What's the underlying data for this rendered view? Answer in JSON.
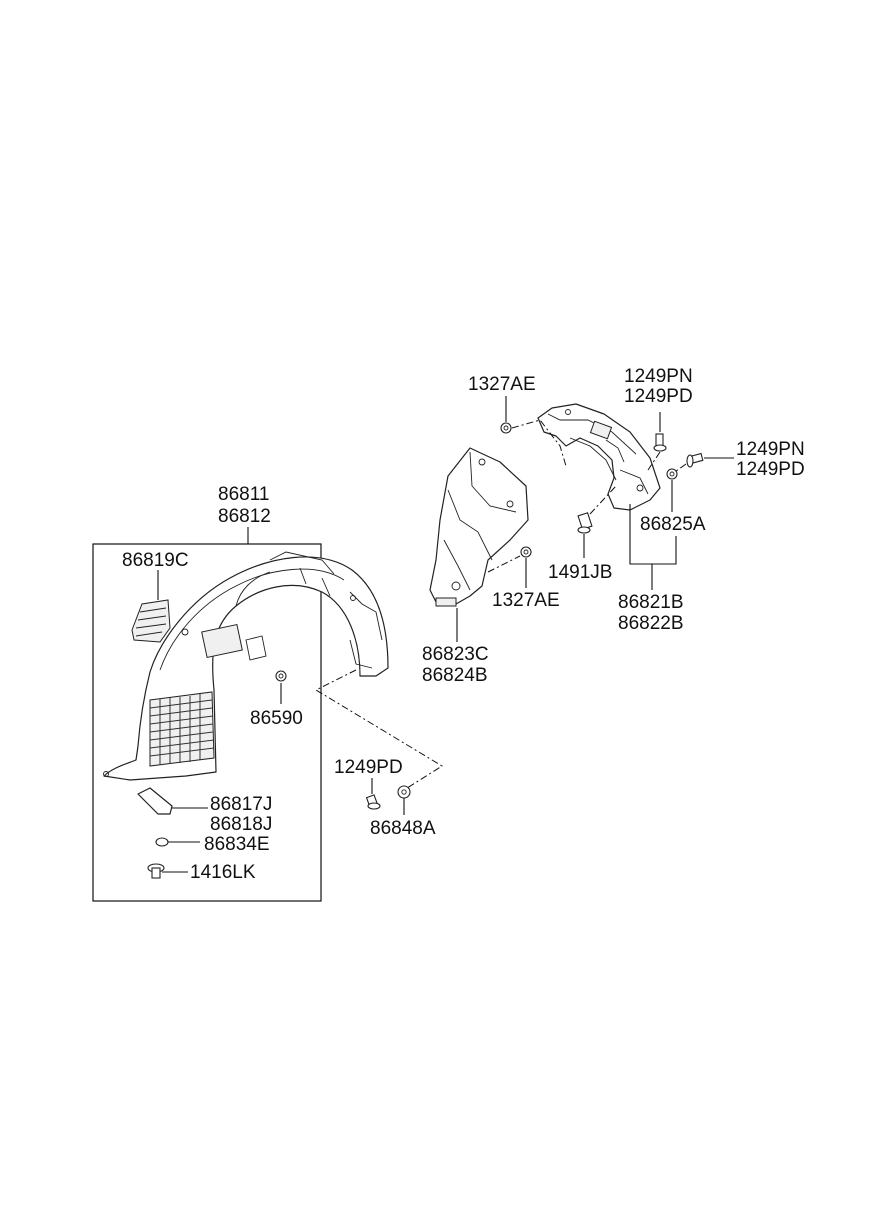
{
  "labels": {
    "l_86811": "86811",
    "l_86812": "86812",
    "l_86819C": "86819C",
    "l_86590": "86590",
    "l_86817J": "86817J",
    "l_86818J": "86818J",
    "l_86834E": "86834E",
    "l_1416LK": "1416LK",
    "l_1249PD_a": "1249PD",
    "l_86848A": "86848A",
    "l_1327AE_a": "1327AE",
    "l_1327AE_b": "1327AE",
    "l_86823C": "86823C",
    "l_86824B": "86824B",
    "l_1249PN_a": "1249PN",
    "l_1249PD_b": "1249PD",
    "l_1249PN_b": "1249PN",
    "l_1249PD_c": "1249PD",
    "l_86825A": "86825A",
    "l_1491JB": "1491JB",
    "l_86821B": "86821B",
    "l_86822B": "86822B"
  },
  "colors": {
    "line": "#222222",
    "background": "#ffffff"
  }
}
